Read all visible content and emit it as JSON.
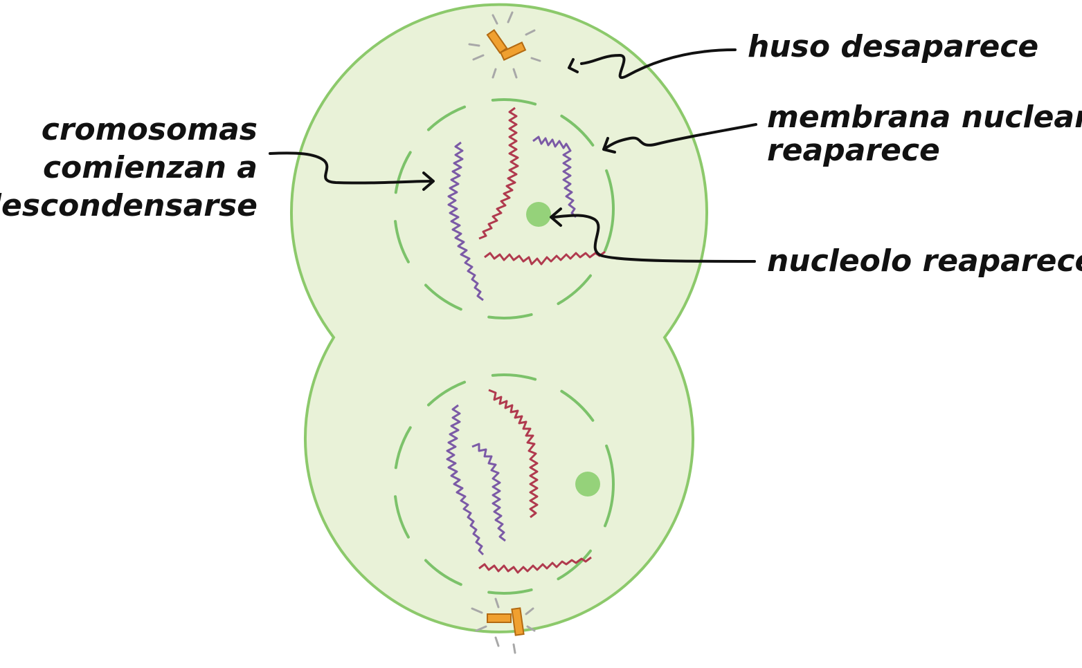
{
  "labels": {
    "spindle": "huso desaparece",
    "membrane_line1": "membrana nuclear",
    "membrane_line2": "reaparece",
    "chromosomes_line1": "cromosomas",
    "chromosomes_line2": "comienzan a",
    "chromosomes_line3": "descondensarse",
    "nucleolus": "nucleolo reaparece"
  },
  "colors": {
    "cell_fill": "#e9f2d8",
    "cell_outline": "#8cc96b",
    "nuclear_membrane": "#7cc26a",
    "nucleolus": "#95d27a",
    "centrosome": "#f0a030",
    "chromosome_purple": "#7b5aa6",
    "chromosome_red": "#b03a4e",
    "spindle_remnant": "#a8a8a8",
    "arrow": "#111111"
  }
}
